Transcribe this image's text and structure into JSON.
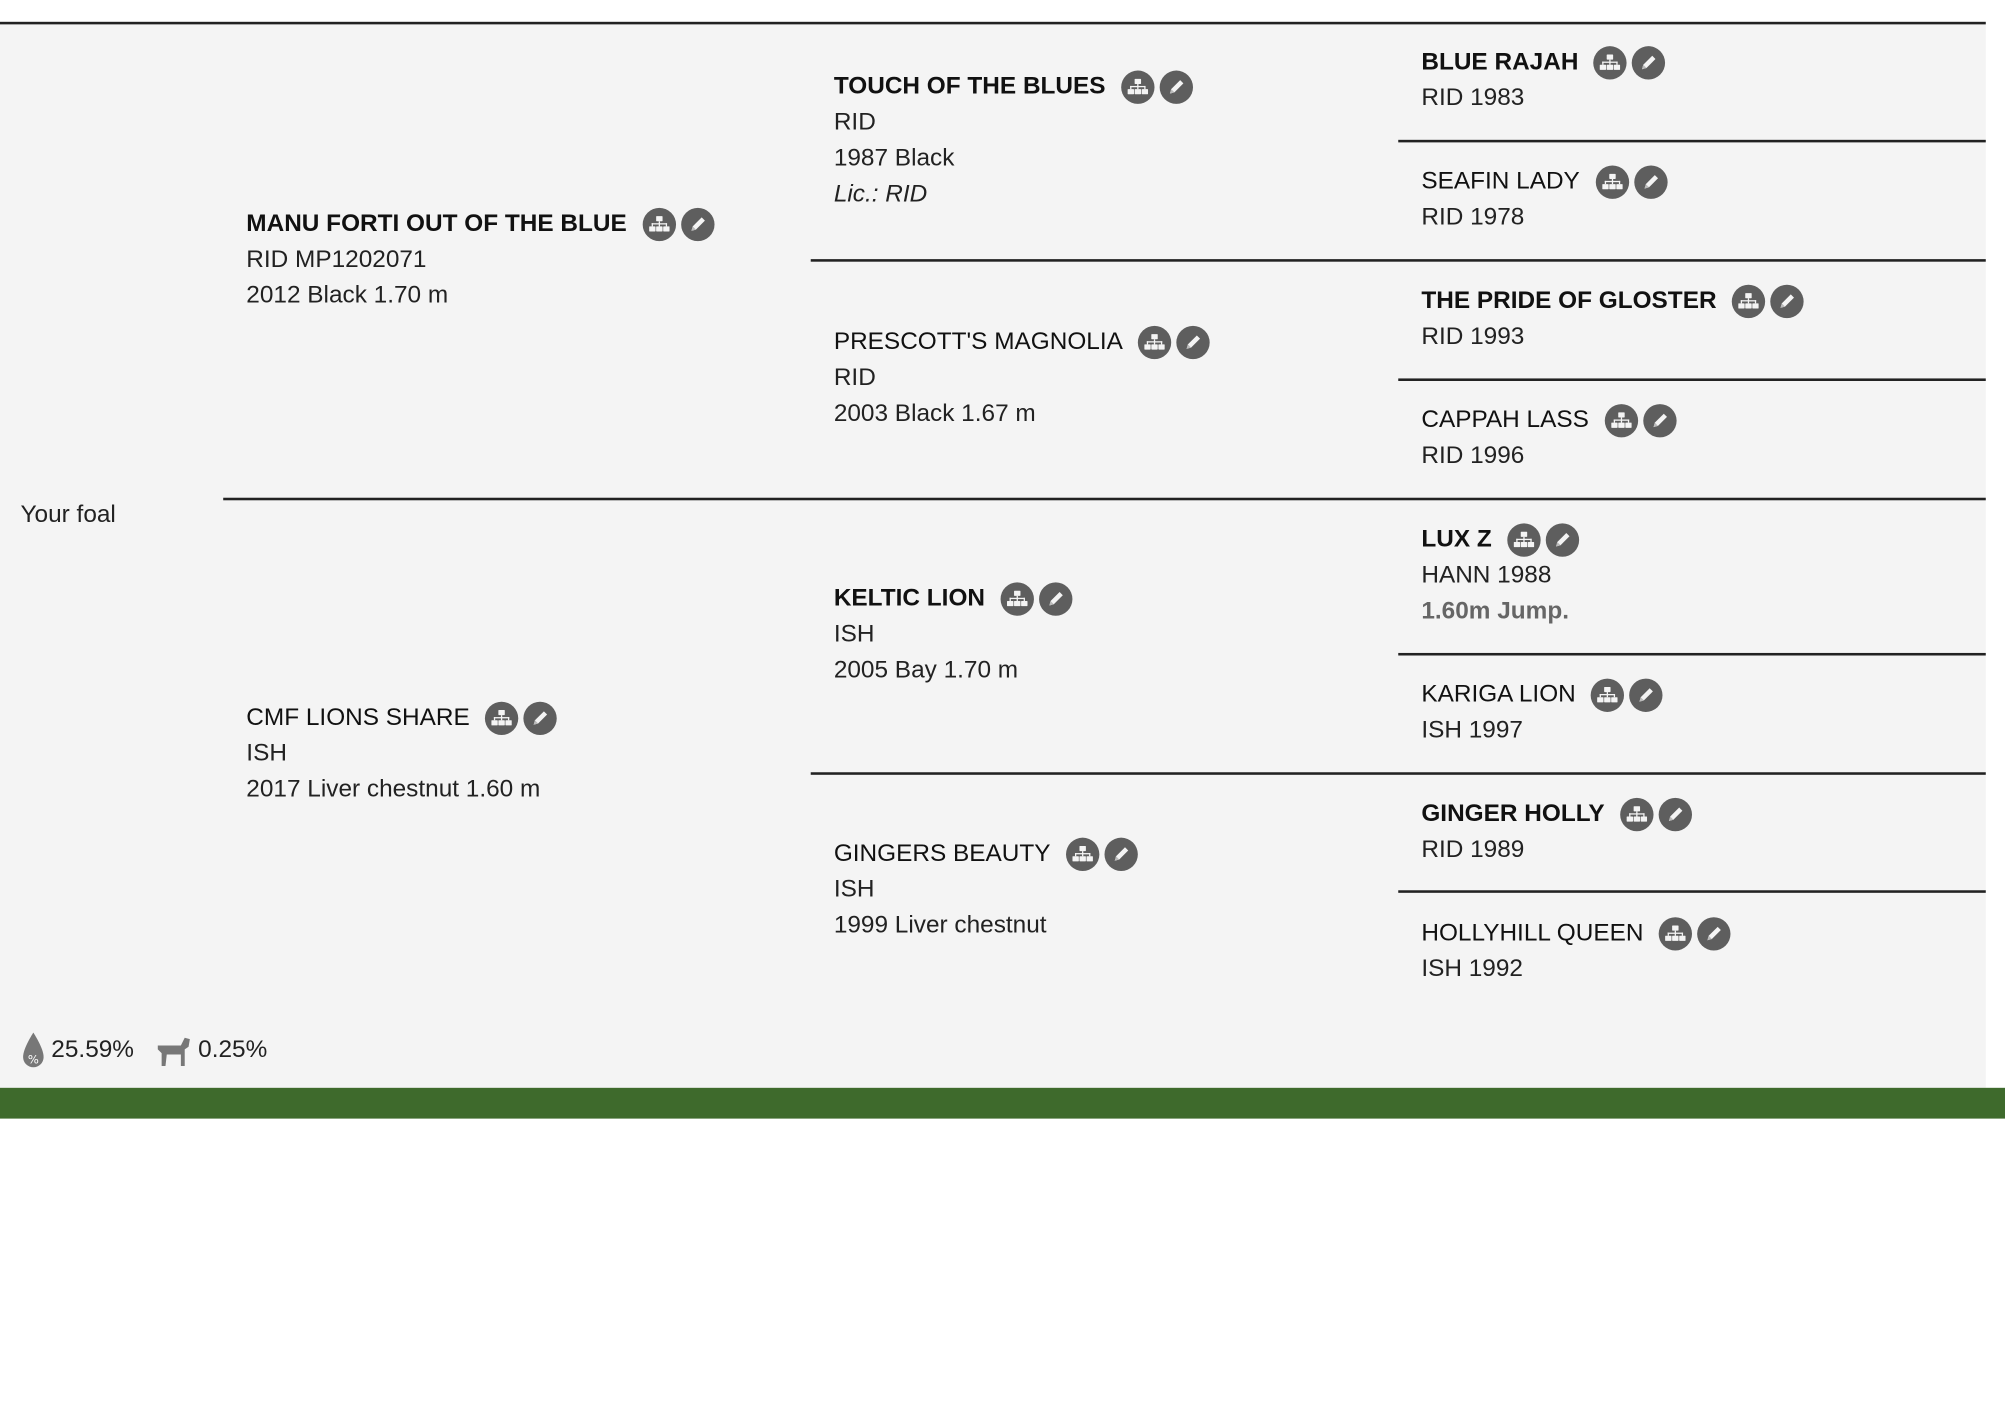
{
  "foal_label": "Your foal",
  "generation1": [
    {
      "name": "MANU FORTI OUT OF THE BLUE",
      "bold": true,
      "lines": [
        "RID MP1202071",
        "2012 Black 1.70 m"
      ]
    },
    {
      "name": "CMF LIONS SHARE",
      "bold": false,
      "lines": [
        "ISH",
        "2017 Liver chestnut 1.60 m"
      ]
    }
  ],
  "generation2": [
    {
      "name": "TOUCH OF THE BLUES",
      "bold": true,
      "lines": [
        "RID",
        "1987 Black"
      ],
      "licence": "Lic.: RID"
    },
    {
      "name": "PRESCOTT'S MAGNOLIA",
      "bold": false,
      "lines": [
        "RID",
        "2003 Black 1.67 m"
      ]
    },
    {
      "name": "KELTIC LION",
      "bold": true,
      "lines": [
        "ISH",
        "2005 Bay 1.70 m"
      ]
    },
    {
      "name": "GINGERS BEAUTY",
      "bold": false,
      "lines": [
        "ISH",
        "1999 Liver chestnut"
      ]
    }
  ],
  "generation3": [
    {
      "name": "BLUE RAJAH",
      "bold": true,
      "lines": [
        "RID 1983"
      ]
    },
    {
      "name": "SEAFIN LADY",
      "bold": false,
      "lines": [
        "RID 1978"
      ]
    },
    {
      "name": "THE PRIDE OF GLOSTER",
      "bold": true,
      "lines": [
        "RID 1993"
      ]
    },
    {
      "name": "CAPPAH LASS",
      "bold": false,
      "lines": [
        "RID 1996"
      ]
    },
    {
      "name": "LUX Z",
      "bold": true,
      "lines": [
        "HANN 1988"
      ],
      "achievement": "1.60m Jump."
    },
    {
      "name": "KARIGA LION",
      "bold": false,
      "lines": [
        "ISH 1997"
      ]
    },
    {
      "name": "GINGER HOLLY",
      "bold": true,
      "lines": [
        "RID 1989"
      ]
    },
    {
      "name": "HOLLYHILL QUEEN",
      "bold": false,
      "lines": [
        "ISH 1992"
      ]
    }
  ],
  "stats": {
    "blood_percentage": "25.59%",
    "inbreeding": "0.25%"
  },
  "icons": {
    "pedigree": "pedigree-tree-icon",
    "edit": "pencil-edit-icon",
    "blood": "blood-drop-percent-icon",
    "horse": "horse-icon"
  },
  "colors": {
    "icon_bg": "#5e5e5e",
    "panel_bg": "#f4f4f4",
    "footer_bar": "#3e6a2c"
  }
}
